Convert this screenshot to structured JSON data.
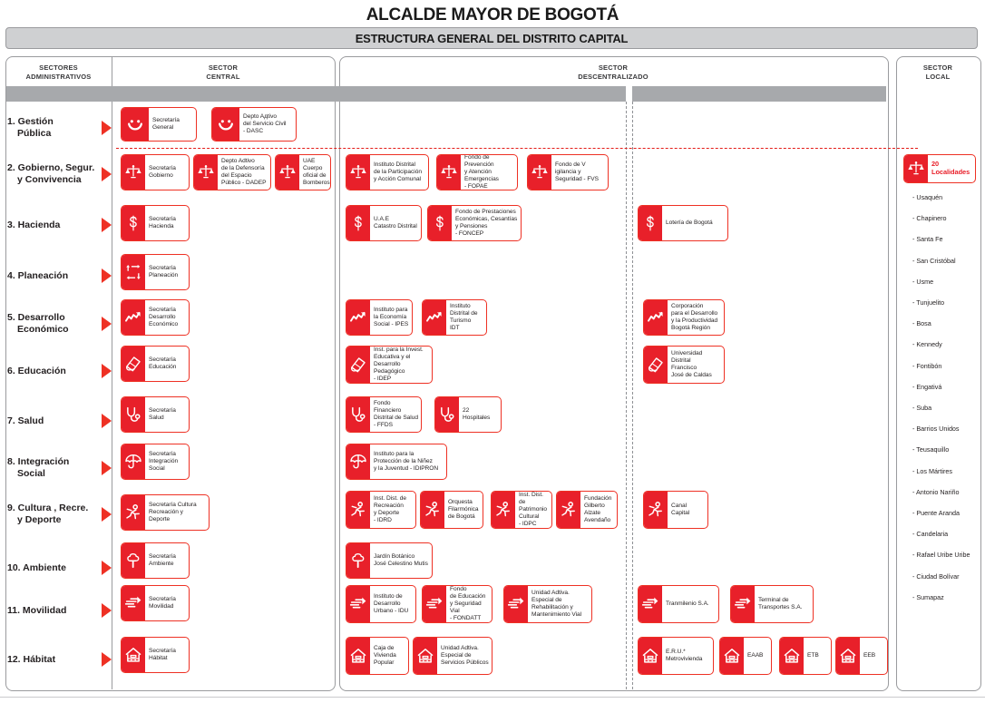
{
  "header": {
    "title": "ALCALDE MAYOR DE BOGOTÁ",
    "subtitle": "ESTRUCTURA GENERAL DEL DISTRITO CAPITAL"
  },
  "columns": [
    {
      "id": "administrativos",
      "line1": "SECTORES",
      "line2": "ADMINISTRATIVOS"
    },
    {
      "id": "central",
      "line1": "SECTOR",
      "line2": "CENTRAL"
    },
    {
      "id": "descentralizado",
      "line1": "SECTOR",
      "line2": "DESCENTRALIZADO"
    },
    {
      "id": "local",
      "line1": "SECTOR",
      "line2": "LOCAL"
    }
  ],
  "sectors": [
    {
      "num": "1.",
      "l1": "Gestión",
      "l2": "Pública"
    },
    {
      "num": "2.",
      "l1": "Gobierno, Segur.",
      "l2": "y Convivencia"
    },
    {
      "num": "3.",
      "l1": "Hacienda",
      "l2": ""
    },
    {
      "num": "4.",
      "l1": "Planeación",
      "l2": ""
    },
    {
      "num": "5.",
      "l1": "Desarrollo",
      "l2": "Económico"
    },
    {
      "num": "6.",
      "l1": "Educación",
      "l2": ""
    },
    {
      "num": "7.",
      "l1": "Salud",
      "l2": ""
    },
    {
      "num": "8.",
      "l1": "Integración",
      "l2": "Social"
    },
    {
      "num": "9.",
      "l1": "Cultura , Recre.",
      "l2": "y Deporte"
    },
    {
      "num": "10.",
      "l1": "Ambiente",
      "l2": ""
    },
    {
      "num": "11.",
      "l1": "Movilidad",
      "l2": ""
    },
    {
      "num": "12.",
      "l1": "Hábitat",
      "l2": ""
    }
  ],
  "entities": {
    "central": [
      {
        "icon": "smiley-icon",
        "label": "Secretaría\nGeneral"
      },
      {
        "icon": "smiley-icon",
        "label": "Depto Aдtivo\ndel Servicio Civil\n- DASC"
      },
      {
        "icon": "scales-icon",
        "label": "Secretaría\nGobierno"
      },
      {
        "icon": "scales-icon",
        "label": "Depto Adtivo\nde la Defensoría\ndel Espacio\nPúblico - DADEP"
      },
      {
        "icon": "scales-icon",
        "label": "UAE\nCuerpo\noficial de\nBomberos"
      },
      {
        "icon": "money-icon",
        "label": "Secretaría\nHacienda"
      },
      {
        "icon": "planning-icon",
        "label": "Secretaría\nPlaneación"
      },
      {
        "icon": "growth-icon",
        "label": "Secretaría\nDesarrollo\nEconómico"
      },
      {
        "icon": "book-icon",
        "label": "Secretaría\nEducación"
      },
      {
        "icon": "health-icon",
        "label": "Secretaría\nSalud"
      },
      {
        "icon": "umbrella-icon",
        "label": "Secretaría\nIntegración\nSocial"
      },
      {
        "icon": "runner-icon",
        "label": "Secretaría Cultura\nRecreación y\nDeporte"
      },
      {
        "icon": "tree-icon",
        "label": "Secretaría\nAmbiente"
      },
      {
        "icon": "motion-icon",
        "label": "Secretaría\nMovilidad"
      },
      {
        "icon": "house-icon",
        "label": "Secretaría\nHábitat"
      }
    ],
    "descentralizado_left": [
      {
        "icon": "scales-icon",
        "label": "Instituto Distrital\nde la Participación\ny Acción Comunal"
      },
      {
        "icon": "scales-icon",
        "label": "Fondo de Prevención\ny Atención\nEmergencias\n- FOPAE"
      },
      {
        "icon": "scales-icon",
        "label": "Fondo de V\nigilancia y\nSeguridad - FVS"
      },
      {
        "icon": "money-icon",
        "label": "U.A.E\nCatastro Distrital"
      },
      {
        "icon": "money-icon",
        "label": "Fondo de Prestaciones\nEconómicas, Cesantías\ny Pensiones\n- FONCEP"
      },
      {
        "icon": "growth-icon",
        "label": "Instituto para\nla  Economía\nSocial - IPES"
      },
      {
        "icon": "growth-icon",
        "label": "Instituto\nDistrital de\nTurismo\nIDT"
      },
      {
        "icon": "book-icon",
        "label": "Inst. para la Invest.\nEducativa y el\nDesarrollo Pedagógico\n- IDEP"
      },
      {
        "icon": "health-icon",
        "label": "Fondo Financiero\nDistrital de Salud\n- FFDS"
      },
      {
        "icon": "health-icon",
        "label": "22\nHospitales"
      },
      {
        "icon": "umbrella-icon",
        "label": "Instituto para la\nProtección de la Niñez\ny la Juventud - IDIPRON"
      },
      {
        "icon": "runner-icon",
        "label": "Inst. Dist. de\nRecreación\ny Deporte\n- IDRD"
      },
      {
        "icon": "runner-icon",
        "label": "Orquesta\nFilarmónica\nde Bogotá"
      },
      {
        "icon": "runner-icon",
        "label": "Inst. Dist. de\nPatrimonio\nCultural\n- IDPC"
      },
      {
        "icon": "runner-icon",
        "label": "Fundación\nGilberto\nAlzate\nAvendaño"
      },
      {
        "icon": "tree-icon",
        "label": "Jardín Botánico\nJosé Celestino Mutis"
      },
      {
        "icon": "motion-icon",
        "label": "Instituto de\nDesarrollo\nUrbano - IDU"
      },
      {
        "icon": "motion-icon",
        "label": "Fondo\nde Educación\ny Seguridad Vial\n- FONDATT"
      },
      {
        "icon": "motion-icon",
        "label": "Unidad Adtiva.\nEspecial de\nRehabilitación y\nMantenimiento Vial"
      },
      {
        "icon": "house-icon",
        "label": "Caja de\nVivienda\nPopular"
      },
      {
        "icon": "house-icon",
        "label": "Unidad Adtiva.\nEspecial de\nServicios Públicos"
      }
    ],
    "descentralizado_right": [
      {
        "icon": "money-icon",
        "label": "Lotería de Bogotá"
      },
      {
        "icon": "growth-icon",
        "label": "Corporación\npara el Desarrollo\ny la Productividad\nBogotá Región"
      },
      {
        "icon": "book-icon",
        "label": "Universidad\nDistrital\nFrancisco\nJosé de Caldas"
      },
      {
        "icon": "runner-icon",
        "label": "Canal\nCapital"
      },
      {
        "icon": "motion-icon",
        "label": "Tranmilenio S.A."
      },
      {
        "icon": "motion-icon",
        "label": "Terminal de\nTransportes S.A."
      },
      {
        "icon": "house-icon",
        "label": "E.R.U.*\nMetrovivienda"
      },
      {
        "icon": "house-icon",
        "label": "EAAB"
      },
      {
        "icon": "house-icon",
        "label": "ETB"
      },
      {
        "icon": "house-icon",
        "label": "EEB"
      }
    ],
    "local": {
      "icon": "scales-icon",
      "label": "20\nLocalidades"
    }
  },
  "localidades": [
    "- Usaquén",
    "- Chapinero",
    "- Santa Fe",
    "- San Cristóbal",
    "- Usme",
    "- Tunjuelito",
    "- Bosa",
    "- Kennedy",
    "- Fontibón",
    "- Engativá",
    "- Suba",
    "- Barrios Unidos",
    "- Teusaquillo",
    "- Los Mártires",
    "- Antonio Nariño",
    "- Puente Aranda",
    "- Candelaria",
    "- Rafael Uribe Uribe",
    "- Ciudad Bolívar",
    "- Sumapaz"
  ],
  "colors": {
    "red": "#e8202a",
    "red_border": "#ee3124",
    "gray_band": "#a7a9ac",
    "gray_header": "#cfd0d2",
    "outline": "#9a9b9e"
  }
}
